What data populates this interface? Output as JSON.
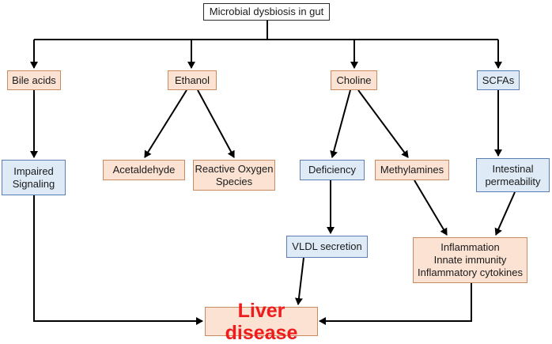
{
  "nodes": {
    "root": "Microbial dysbiosis in gut",
    "bile_acids": "Bile acids",
    "ethanol": "Ethanol",
    "choline": "Choline",
    "scfas": "SCFAs",
    "impaired_signaling": "Impaired\nSignaling",
    "acetaldehyde": "Acetaldehyde",
    "ros": "Reactive Oxygen\nSpecies",
    "deficiency": "Deficiency",
    "methylamines": "Methylamines",
    "intestinal_permeability": "Intestinal\npermeability",
    "vldl_secretion": "VLDL secretion",
    "inflammation": "Inflammation\nInnate immunity\nInflammatory cytokines",
    "liver_disease": "Liver disease"
  },
  "colors": {
    "peach_fill": "#fbe2d2",
    "blue_fill": "#deebf7",
    "liver_text": "#ee1c1c",
    "arrow": "#000000"
  }
}
